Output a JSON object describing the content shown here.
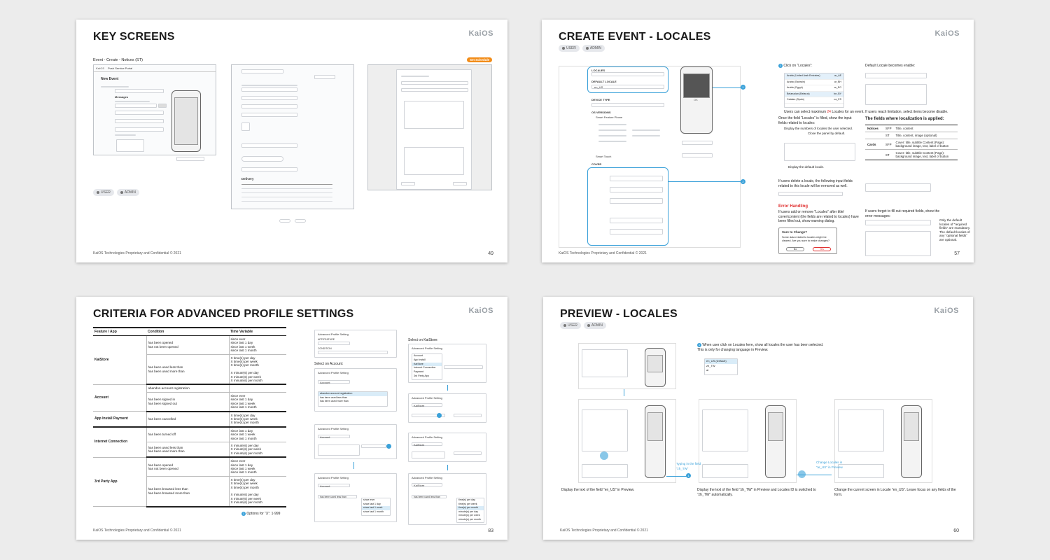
{
  "common": {
    "logo": "KaiOS",
    "footer": "KaiOS Technologies Proprietary and Confidential © 2021",
    "role_user": "USER",
    "role_admin": "ADMIN"
  },
  "slide1": {
    "title": "KEY SCREENS",
    "subtitle": "Event - Create - Notices (ST)",
    "page": "49",
    "badge": "Set Schedule",
    "portal_title": "Push Service Portal",
    "new_event": "New Event",
    "delivery": "Delivery",
    "messages": "Messages"
  },
  "slide2": {
    "title": "CREATE EVENT - LOCALES",
    "page": "57",
    "step1": "Click on “Locales”:",
    "default_enable": "Default Locale becomes enable:",
    "max_note_pre": "Users can select maximum ",
    "max_num": "24",
    "max_note_post": " Locales for an event. If users reach limitation, select items become disable.",
    "step2": "Once the field “Locales” is filled, show the input fields related to locales:",
    "display_numbers": "Display the numbers of locales the user selected.",
    "close_panel": "Close the panel by default.",
    "display_default": "Display the default locale.",
    "delete_note": "If users delete a locale, the following input fields related to this locale will be removed as well.",
    "error_handling": "Error Handling",
    "error_note": "If users add or remove “Locales” after title/ cover/content (the fields are related to locales) have been filled out, show warning dialog.",
    "dialog_title": "Sure to Change?",
    "dialog_body": "Some data related to locales might be cleared. Are you sure to make changes?",
    "dialog_no": "No",
    "dialog_yes": "Yes",
    "fields_heading": "The fields where localization is applied:",
    "loc_fields": [
      {
        "group": "Notices",
        "type": "SFP",
        "fields": "Title, content"
      },
      {
        "group": "",
        "type": "ST",
        "fields": "Title, content, image (optional)"
      },
      {
        "group": "Cards",
        "type": "SFP",
        "fields": "Cover: title, subtitle Content (Page): background image, text, label of button"
      },
      {
        "group": "",
        "type": "ST",
        "fields": "Cover: title, subtitle Content (Page): background image, text, label of button"
      }
    ],
    "forget_note": "If users forget to fill out required fields, show the error messages:",
    "mandatory_note": "Only the default locales of “required fields” are mandatory. The default locales of any “optional fields” are optional.",
    "locales_label": "LOCALES",
    "default_locale_label": "DEFAULT LOCALE",
    "default_locale_value": "en_US",
    "locale_list": [
      {
        "name": "Arabic (United Arab Emirates)",
        "code": "ar_AE"
      },
      {
        "name": "Arabic (Bahrain)",
        "code": "ar_BH"
      },
      {
        "name": "Arabic (Egypt)",
        "code": "ar_EG"
      },
      {
        "name": "Belarusian (Belarus)",
        "code": "be_BY"
      },
      {
        "name": "Catalan (Spain)",
        "code": "ca_ES"
      }
    ],
    "cover_label": "COVER",
    "device_type": "DEVICE TYPE",
    "os_versions": "OS VERSIONS",
    "smart_feature_phone": "Smart Feature Phone",
    "smart_touch": "Smart Touch",
    "ok": "OK"
  },
  "slide3": {
    "title": "CRITERIA FOR ADVANCED PROFILE SETTINGS",
    "page": "83",
    "headers": [
      "Feature / App",
      "Condition",
      "Time Variable"
    ],
    "rows": [
      {
        "feature": "KaiStore",
        "conditions": [
          {
            "cond": "has been opened\nhas not been opened",
            "time": "since ever\nsince last 1 day\nsince last 1 week\nsince last 1 month"
          },
          {
            "cond": "has been used less than\nhas been used more than",
            "time": "X time(s) per day\nX time(s) per week\nX time(s) per month\n\nX minute(s) per day\nX minute(s) per week\nX minute(s) per month"
          }
        ]
      },
      {
        "feature": "Account",
        "conditions": [
          {
            "cond": "abandon account registration",
            "time": ""
          },
          {
            "cond": "has been signed in\nhas been signed out",
            "time": "since ever\nsince last 1 day\nsince last 1 week\nsince last 1 month"
          }
        ]
      },
      {
        "feature": "App Install Payment",
        "conditions": [
          {
            "cond": "has been cancelled",
            "time": "X time(s) per day\nX time(s) per week\nX time(s) per month"
          }
        ]
      },
      {
        "feature": "Internet Connection",
        "conditions": [
          {
            "cond": "has been turned off",
            "time": "since last 1 day\nsince last 1 week\nsince last 1 month"
          },
          {
            "cond": "has been used less than\nhas been used more than",
            "time": "X minute(s) per day\nX minute(s) per week\nX minute(s) per month"
          }
        ]
      },
      {
        "feature": "3rd Party App",
        "conditions": [
          {
            "cond": "has been opened\nhas not been opened",
            "time": "since ever\nsince last 1 day\nsince last 1 week\nsince last 1 month"
          },
          {
            "cond": "has been browsed less than\nhas been browsed more than",
            "time": "X time(s) per day\nX time(s) per week\nX time(s) per month\n\nX minute(s) per day\nX minute(s) per week\nX minute(s) per month"
          }
        ]
      }
    ],
    "options_note": "Options for “X”: 1-999",
    "select_account": "Select on Account:",
    "select_kaistore": "Select on KaiStore:",
    "adv_profile": "Advanced Profile Setting",
    "app_feature": "APP/FEATURE",
    "condition": "CONDITION",
    "account": "Account",
    "kaistore": "KaiStore",
    "menu_features": [
      "Account",
      "App Install",
      "KaiStore",
      "Internet Connection",
      "Payment",
      "3rd Party App"
    ],
    "account_conditions": [
      "abandon account registration",
      "has been used less than",
      "has been used more than"
    ],
    "time_options": [
      "since ever",
      "since last 1 day",
      "since last 1 week",
      "since last 1 month"
    ],
    "minute_options": [
      "time(s) per day",
      "time(s) per week",
      "time(s) per month",
      "minute(s) per day",
      "minute(s) per week",
      "minute(s) per month"
    ],
    "has_been_used_less": "has been used less than"
  },
  "slide4": {
    "title": "PREVIEW - LOCALES",
    "page": "60",
    "step1": "When user click on Locales here, show all locales the user has been selected. This is only for changing language in Preview.",
    "locale_options": [
      "en_US (Default)",
      "zh_TW",
      "ar"
    ],
    "typing_note": "Typing in the field “zh_TW”",
    "change_note": "Change Locales in “ar_US” in Preview",
    "cap1": "Display the text of the field “en_US” in Preview.",
    "cap2": "Display the text of the field “zh_TW” in Preview and Locales ID is switched to “zh_TW” automatically.",
    "cap3": "Change the current screen in Locale “en_US”. Leave focus on any fields of the form."
  }
}
